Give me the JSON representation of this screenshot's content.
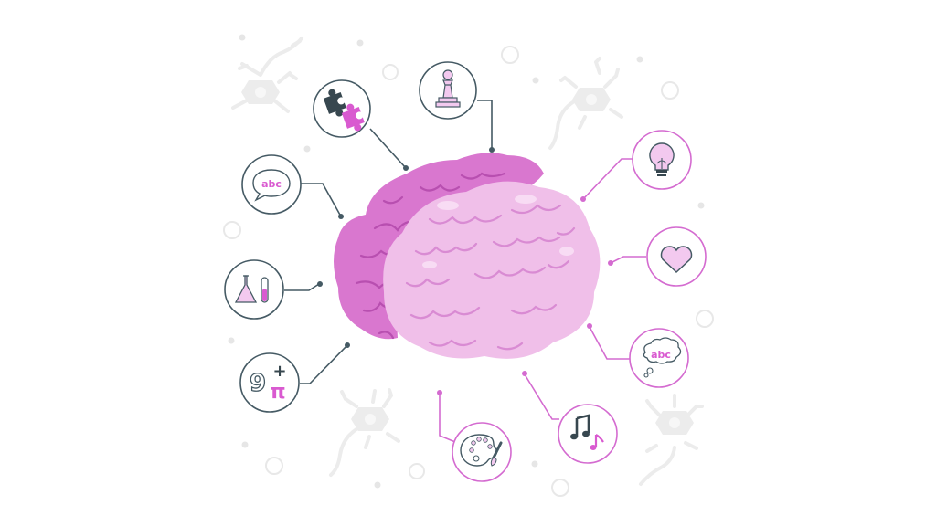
{
  "illustration": {
    "subject": "brain with cognitive skill icons",
    "colors": {
      "dark_line": "#455a64",
      "pink_line": "#d46bd0",
      "brain_back": "#d977cf",
      "brain_back_fold": "#b84fb0",
      "brain_front": "#f0bfe9",
      "brain_front_fold": "#d98bd3",
      "icon_fill_pink": "#f3c9ef",
      "accent_magenta": "#d95ad0",
      "neuron_gray": "#ececec"
    },
    "icons": [
      {
        "name": "puzzle-icon",
        "side": "left"
      },
      {
        "name": "chess-pawn-icon",
        "side": "left"
      },
      {
        "name": "speech-bubble-icon",
        "side": "left",
        "text": "abc"
      },
      {
        "name": "chemistry-flask-icon",
        "side": "left"
      },
      {
        "name": "math-icon",
        "side": "left",
        "text_number": "9",
        "text_plus": "+",
        "text_pi": "π"
      },
      {
        "name": "lightbulb-icon",
        "side": "right"
      },
      {
        "name": "heart-icon",
        "side": "right"
      },
      {
        "name": "thought-bubble-icon",
        "side": "right",
        "text": "abc"
      },
      {
        "name": "music-note-icon",
        "side": "right"
      },
      {
        "name": "art-palette-icon",
        "side": "right"
      }
    ]
  }
}
